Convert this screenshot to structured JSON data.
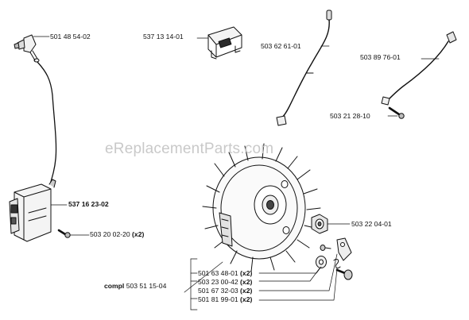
{
  "watermark": "eReplacementParts.com",
  "parts": {
    "spark_plug_cap": "501 48 54-02",
    "connector_block": "537 13 14-01",
    "lead_wire_a": "503 62 61-01",
    "lead_wire_b": "503 89 76-01",
    "wire_screw": "503 21 28-10",
    "ignition_module": "537 16 23-02",
    "module_screw": "503 20 02-20",
    "module_screw_qty": "(x2)",
    "flywheel_nut": "503 22 04-01",
    "compl_prefix": "compl",
    "flywheel_compl": "503 51 15-04",
    "pawl_pin": "501 63 48-01",
    "pawl_pin_qty": "(x2)",
    "washer": "503 23 00-42",
    "washer_qty": "(x2)",
    "pawl": "501 67 32-03",
    "pawl_qty": "(x2)",
    "spring": "501 81 99-01",
    "spring_qty": "(x2)"
  },
  "colors": {
    "line": "#111111",
    "watermark": "#c9c9c9",
    "background": "#ffffff"
  }
}
